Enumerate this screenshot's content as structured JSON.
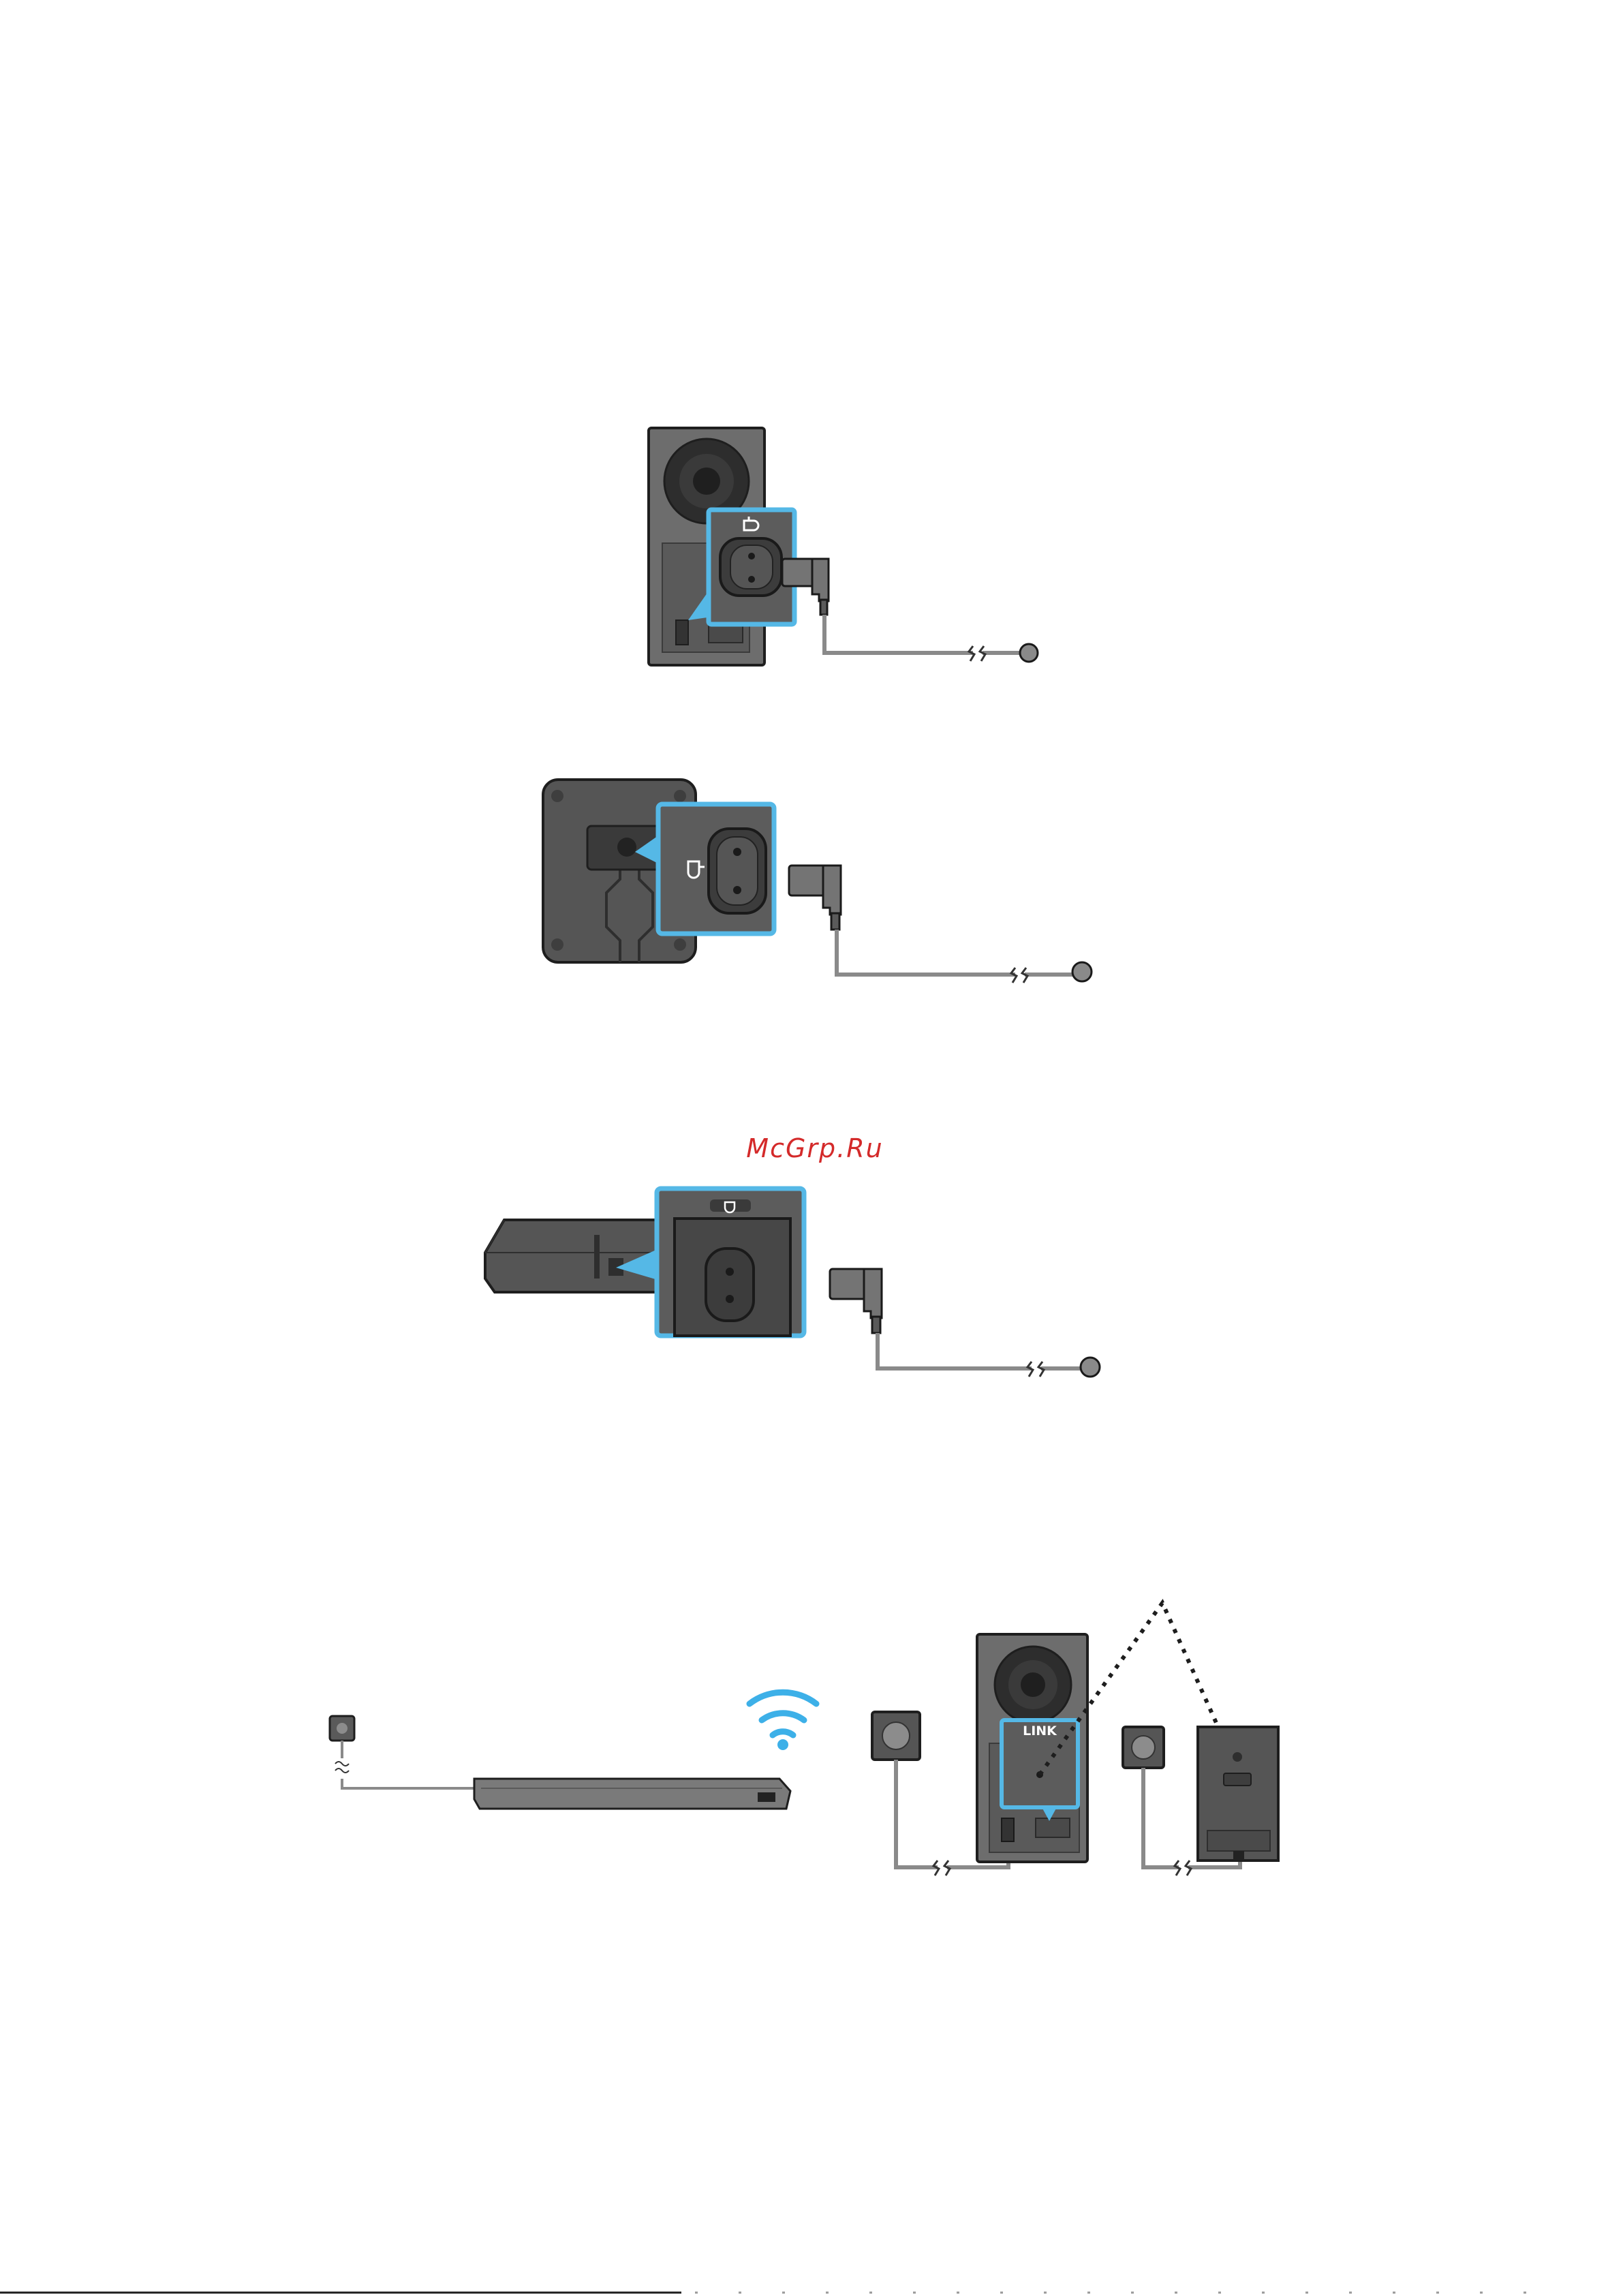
{
  "watermark": {
    "text": "McGrp.Ru",
    "color": "#d42a2a"
  },
  "labels": {
    "link": "LINK"
  },
  "colors": {
    "highlight": "#55b8e6",
    "device_dark": "#4a4a4a",
    "device_mid": "#6b6b6b",
    "device_light": "#8c8c8c",
    "outline": "#1e1e1e",
    "cable": "#8a8a8a",
    "wifi": "#3db0e8"
  },
  "figures": [
    {
      "name": "subwoofer-power-connection",
      "icon": "power-plug-icon"
    },
    {
      "name": "rear-speaker-power-connection",
      "icon": "power-plug-icon"
    },
    {
      "name": "soundbar-power-connection",
      "icon": "power-plug-icon"
    },
    {
      "name": "wireless-system-connection",
      "icon": "wifi-icon"
    }
  ]
}
